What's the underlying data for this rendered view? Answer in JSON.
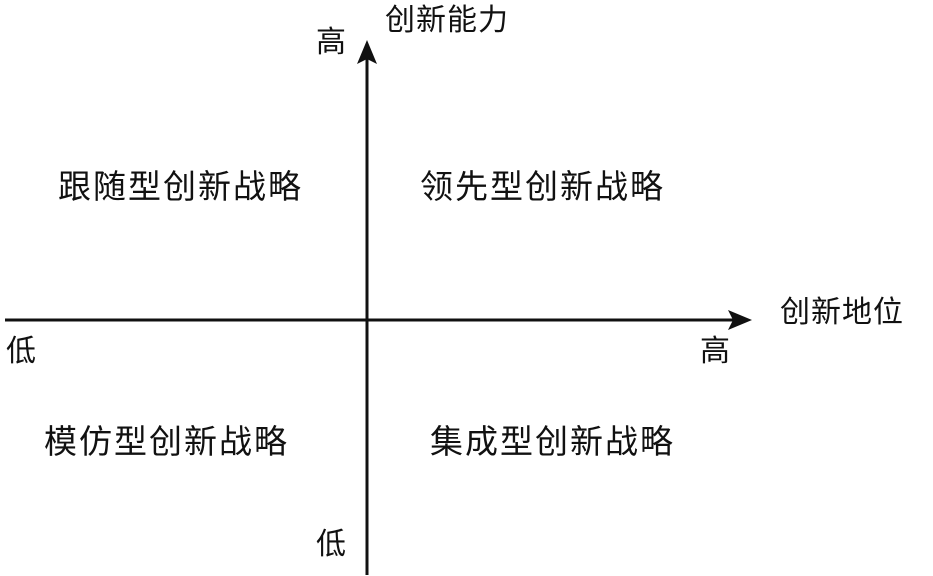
{
  "axes": {
    "vertical": {
      "title": "创新能力",
      "high": "高",
      "low": "低"
    },
    "horizontal": {
      "title": "创新地位",
      "high": "高",
      "low": "低"
    }
  },
  "quadrants": {
    "top_left": "跟随型创新战略",
    "top_right": "领先型创新战略",
    "bottom_left": "模仿型创新战略",
    "bottom_right": "集成型创新战略"
  },
  "colors": {
    "ink": "#111111",
    "background": "#ffffff"
  }
}
